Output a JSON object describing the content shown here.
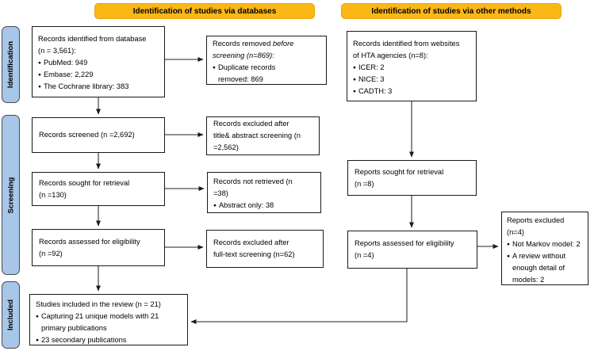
{
  "glyphs": {
    "bullet": "●"
  },
  "colors": {
    "header_bg": "#FBB716",
    "sidebar_bg": "#A8C6E8",
    "box_border": "#1a1a1a",
    "arrow": "#4d4d4d"
  },
  "headers": {
    "databases": "Identification of studies via databases",
    "other_methods": "Identification of studies via other methods"
  },
  "sidebar": {
    "identification": "Identification",
    "screening": "Screening",
    "included": "Included"
  },
  "boxes": {
    "db_identified": {
      "title": "Records identified from database\n(n = 3,561):",
      "bullets": [
        "PubMed: 949",
        "Embase: 2,229",
        "The Cochrane library: 383"
      ]
    },
    "records_removed": {
      "prefix": "Records removed ",
      "italic": "before\nscreening (n=869)",
      "suffix": ":",
      "bullets": [
        "Duplicate records\nremoved: 869"
      ]
    },
    "records_screened": {
      "title": "Records screened (n =2,692)"
    },
    "excluded_title_abstract": {
      "title": "Records excluded after\ntitle& abstract screening (n\n=2,562)"
    },
    "sought_retrieval": {
      "title": "Records sought for retrieval\n(n =130)"
    },
    "not_retrieved": {
      "title": "Records not retrieved (n\n=38)",
      "bullets": [
        "Abstract only: 38"
      ]
    },
    "assessed_eligibility": {
      "title": "Records assessed for eligibility\n(n =92)"
    },
    "excluded_fulltext": {
      "title": "Records excluded after\nfull-text screening (n=62)"
    },
    "included_studies": {
      "title": "Studies included in the review (n = 21)",
      "bullets": [
        "Capturing 21 unique models with 21\nprimary publications",
        "23 secondary publications"
      ]
    },
    "websites_identified": {
      "title": "Records identified from websites\nof HTA agencies (n=8):",
      "bullets": [
        "ICER: 2",
        "NICE: 3",
        "CADTH: 3"
      ]
    },
    "reports_sought": {
      "title": "Reports sought for retrieval\n(n =8)"
    },
    "reports_assessed": {
      "title": "Reports assessed for eligibility\n(n =4)"
    },
    "reports_excluded": {
      "title": "Reports excluded\n(n=4)",
      "bullets": [
        "Not Markov model: 2",
        "A review without\nenough detail of\nmodels: 2"
      ]
    }
  }
}
